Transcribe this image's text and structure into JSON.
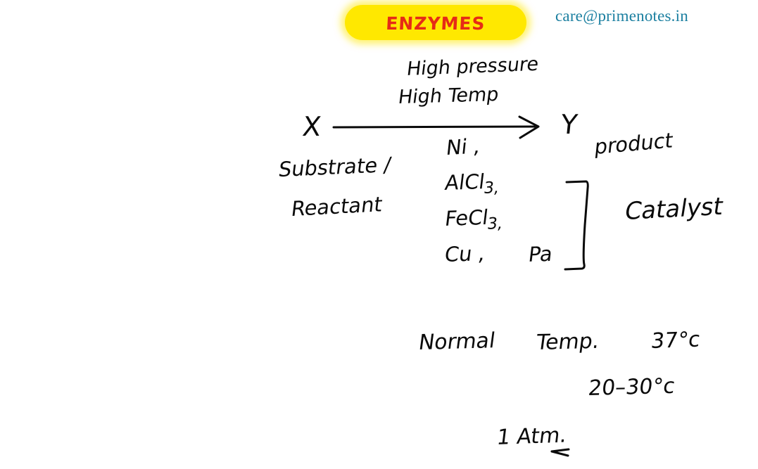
{
  "header": {
    "title": "Enzymes",
    "title_color": "#e62b16",
    "highlight_color": "#ffe800",
    "email": "care@primenotes.in",
    "email_color": "#1b7fa0"
  },
  "diagram": {
    "reactant_symbol": "X",
    "product_symbol": "Y",
    "arrow_icon": "right-arrow",
    "conditions_above": [
      "High  pressure",
      "High  Temp"
    ],
    "reactant_label_lines": [
      "Substrate /",
      "Reactant"
    ],
    "catalysts": [
      "Ni ,",
      "AlCl",
      "FeCl",
      "Cu ,",
      "Pa"
    ],
    "catalyst_subscripts": {
      "alcl": "3,",
      "fecl": "3,"
    },
    "bracket_icon": "right-curly-bracket",
    "product_label": "product",
    "catalyst_group_label": "Catalyst"
  },
  "conditions_normal": {
    "line1_label": "Normal",
    "line1_label2": "Temp.",
    "line1_value": "37°c",
    "line2_value": "20–30°c",
    "line3_value": "1 Atm.",
    "underline_icon": "double-underline-mark"
  }
}
